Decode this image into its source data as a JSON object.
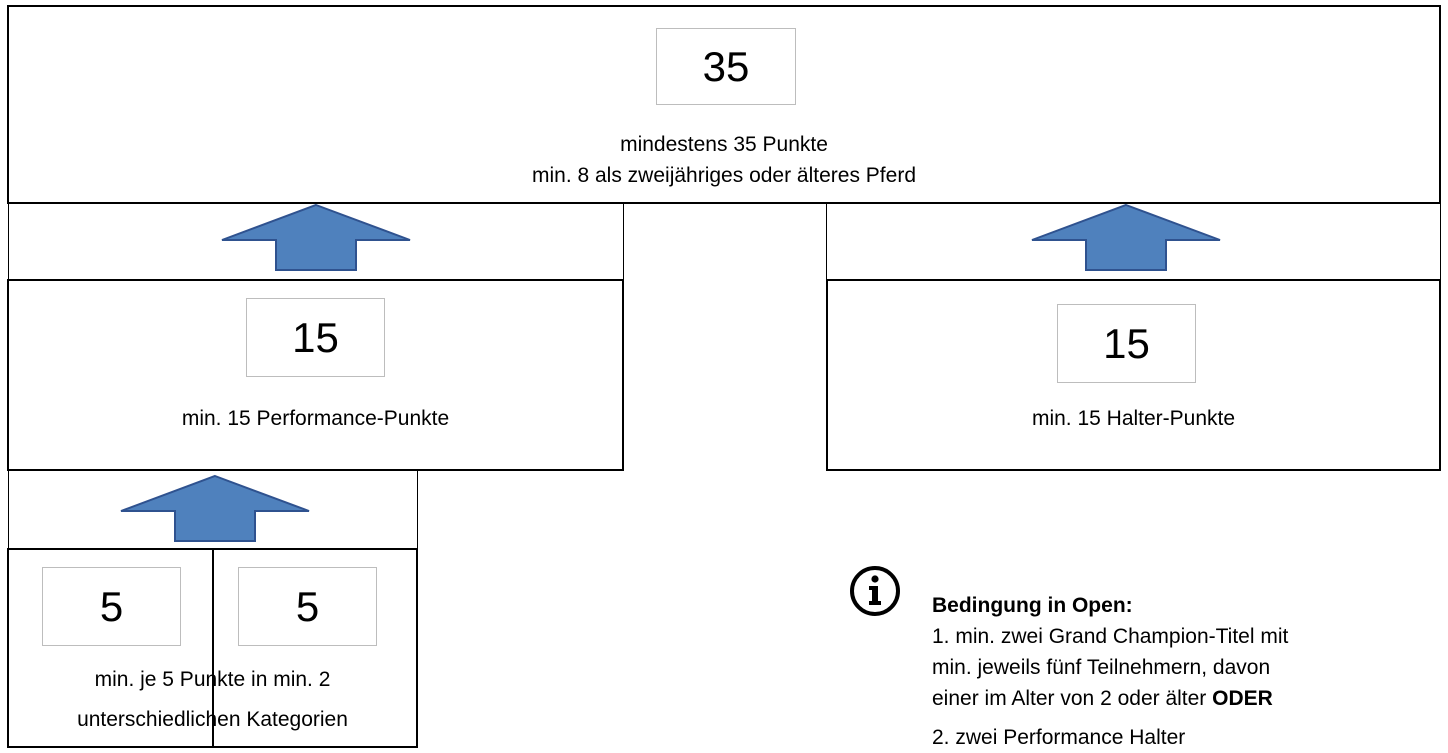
{
  "top": {
    "value": "35",
    "line1": "mindestens 35 Punkte",
    "line2": "min. 8 als zweijähriges oder älteres Pferd"
  },
  "performance": {
    "value": "15",
    "caption": "min. 15 Performance-Punkte"
  },
  "halter": {
    "value": "15",
    "caption": "min. 15 Halter-Punkte"
  },
  "categories": {
    "left_value": "5",
    "right_value": "5",
    "caption_line1": "min. je 5 Punkte in min. 2",
    "caption_line2": "unterschiedlichen Kategorien"
  },
  "note": {
    "icon": "info-icon",
    "title": "Bedingung in Open:",
    "line1": "1. min. zwei Grand Champion-Titel mit",
    "line2": "min. jeweils fünf Teilnehmern, davon",
    "line3_prefix": "einer im Alter von 2 oder älter ",
    "line3_bold": "ODER",
    "line4": "2. zwei Performance Halter"
  },
  "colors": {
    "arrow_fill": "#4f81bd",
    "arrow_stroke": "#2f528f",
    "border": "#000000",
    "number_box_border": "#bdbdbd"
  }
}
